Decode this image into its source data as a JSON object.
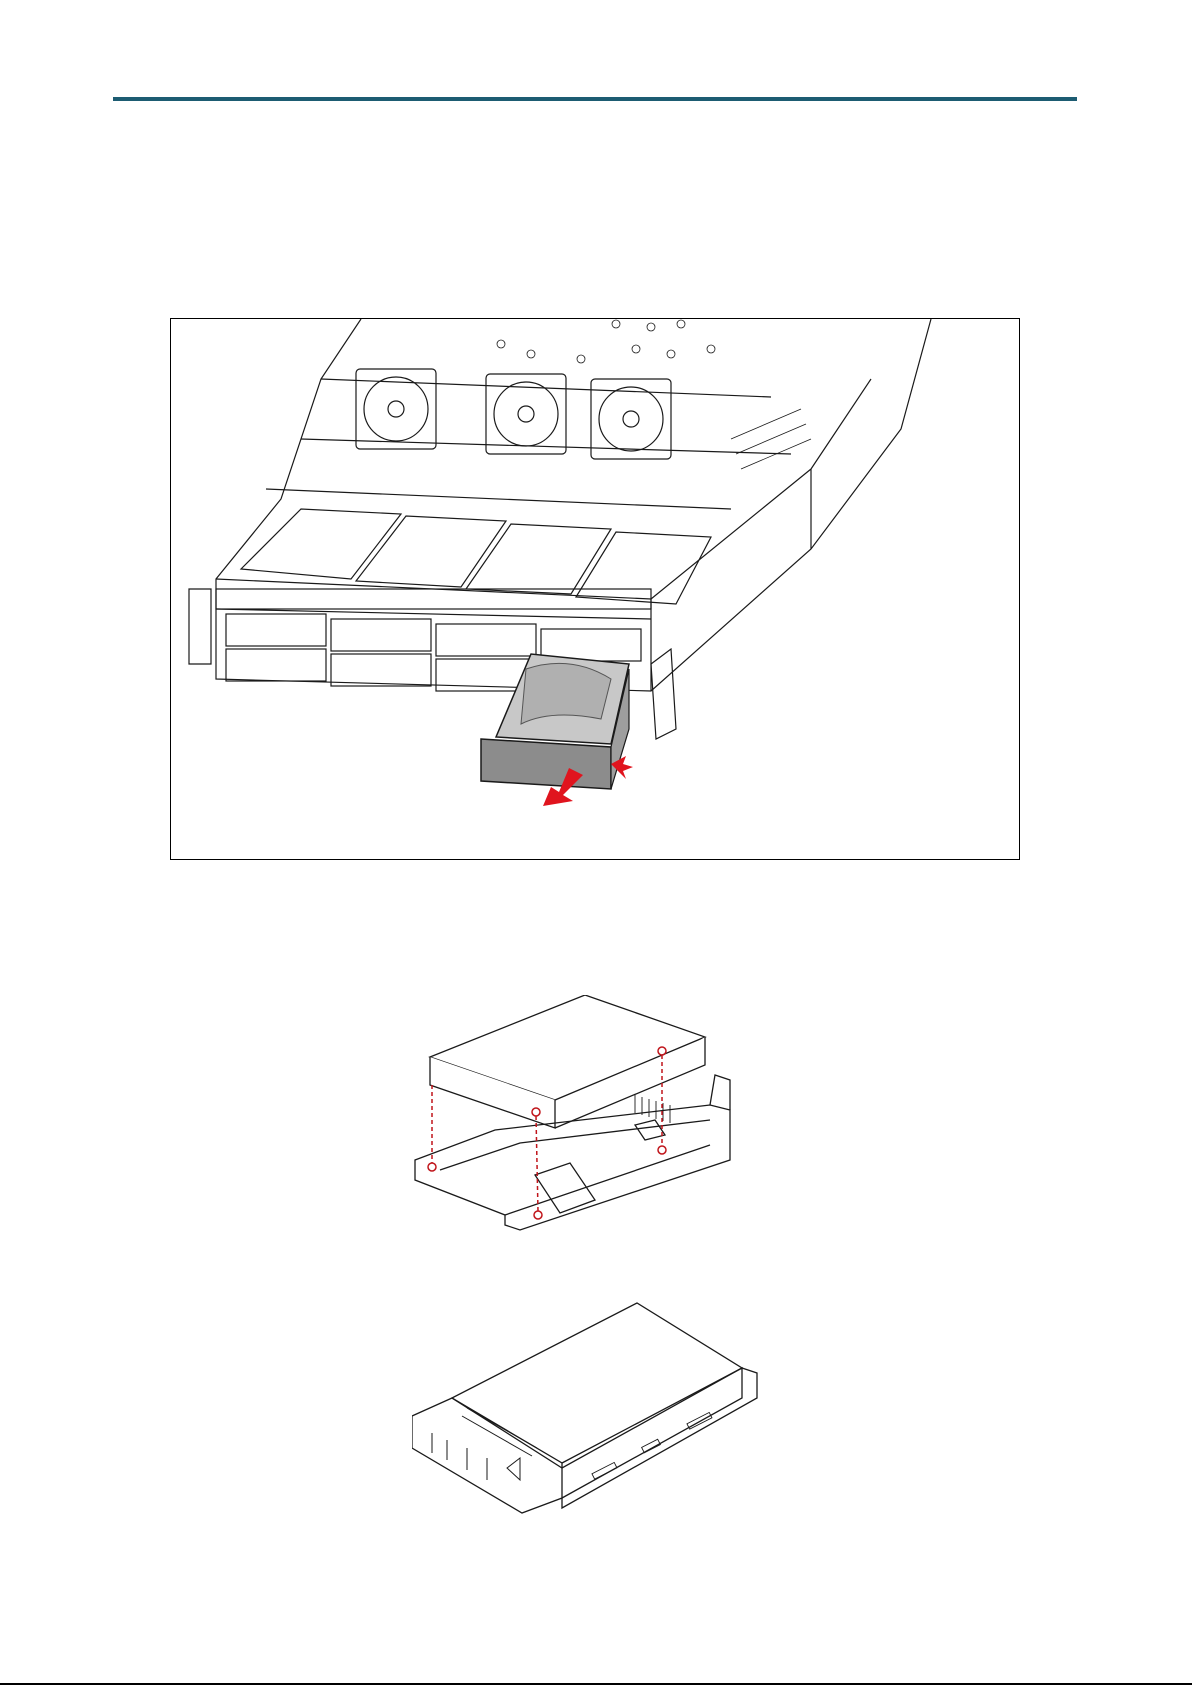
{
  "page": {
    "figures": [
      {
        "id": "server-chassis-drive-removal",
        "accent": "#e0141e"
      },
      {
        "id": "drive-tray-screw-alignment",
        "accent": "#c0141a"
      },
      {
        "id": "drive-installed-in-tray"
      }
    ],
    "colors": {
      "header_rule": "#1d5c72",
      "line_art": "#1a1a1a",
      "drive_shade": "#bdbdbd",
      "arrow": "#e0141e"
    }
  }
}
